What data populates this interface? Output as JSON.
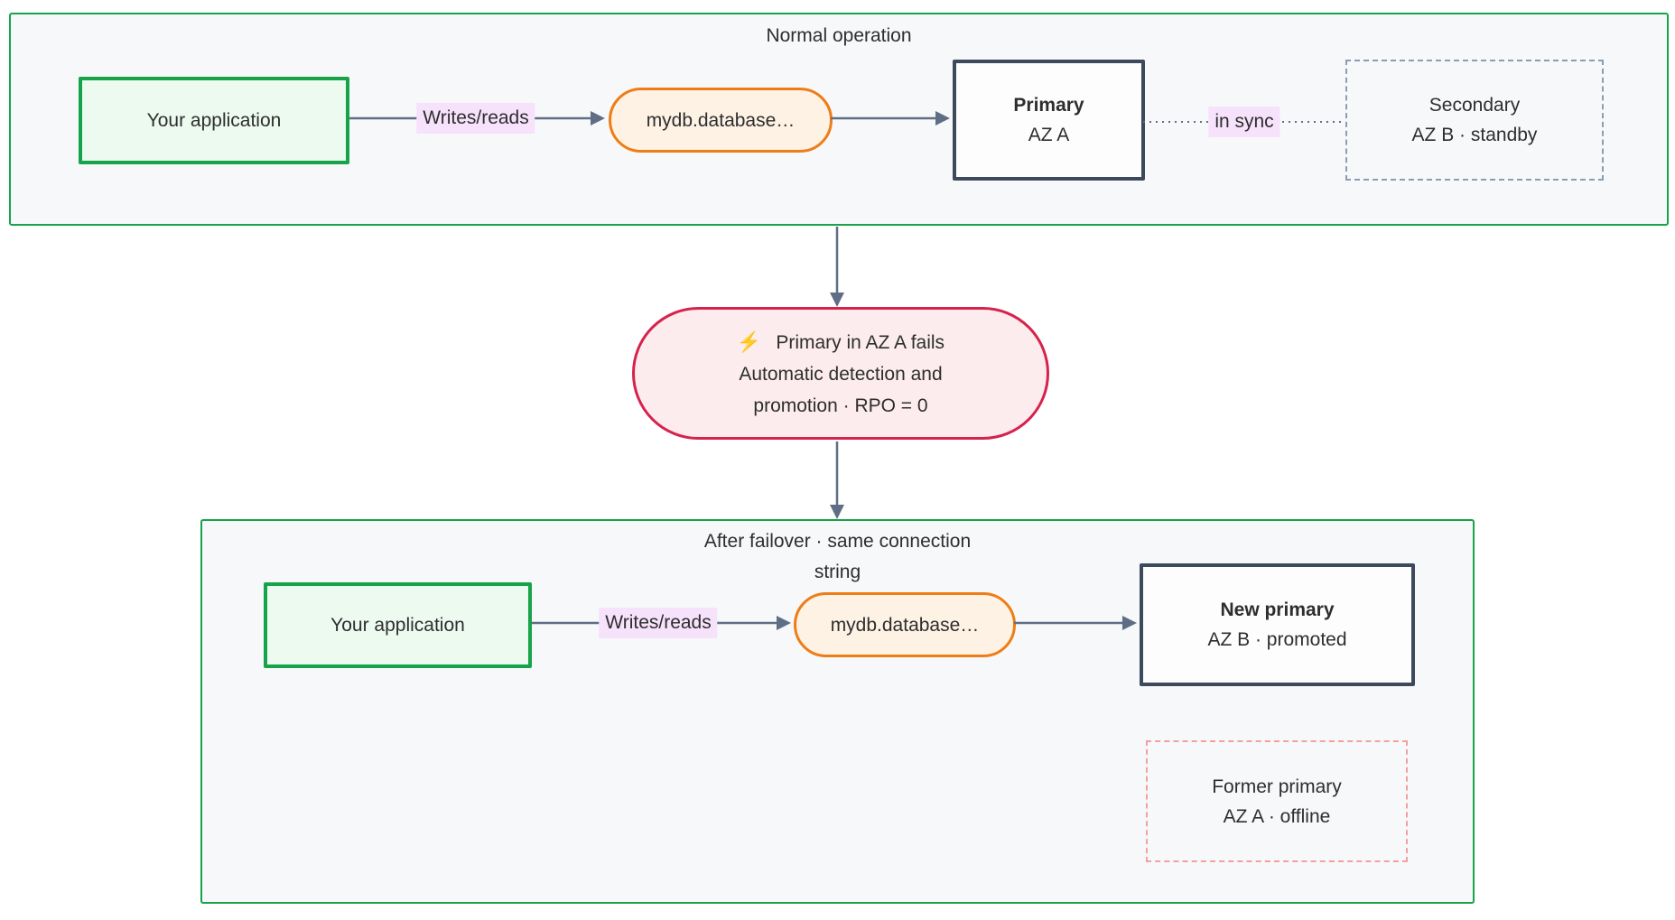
{
  "colors": {
    "section-bg": "#f7f8fa",
    "green": "#17a34a",
    "green-fill": "#ecfaf0",
    "orange": "#ee7d17",
    "orange-fill": "#fdf2e4",
    "dark": "#3d4a5c",
    "dark-fill": "#fdfdfe",
    "dashed-secondary": "#8c9cb3",
    "dashed-offline": "#f5a0a0",
    "crimson": "#d6224c",
    "crimson-fill": "#fcecee",
    "edge": "#5f6e85",
    "label-bg": "#f6e2fb",
    "text": "#2e2e2e",
    "bolt": "#f9b015"
  },
  "normal": {
    "title": "Normal operation",
    "app_label": "Your application",
    "writes_reads_label": "Writes/reads",
    "dns_label": "mydb.database…",
    "primary_title": "Primary",
    "primary_subtitle": "AZ A",
    "in_sync_label": "in sync",
    "secondary_title": "Secondary",
    "secondary_subtitle": "AZ B · standby"
  },
  "failover_event": {
    "bolt_icon": "⚡",
    "line1": "Primary in AZ A fails",
    "line2": "Automatic detection and",
    "line3": "promotion · RPO = 0"
  },
  "after": {
    "title_line1": "After failover · same connection",
    "title_line2": "string",
    "app_label": "Your application",
    "writes_reads_label": "Writes/reads",
    "dns_label": "mydb.database…",
    "new_primary_title": "New primary",
    "new_primary_subtitle": "AZ B · promoted",
    "former_primary_title": "Former primary",
    "former_primary_subtitle": "AZ A · offline"
  }
}
